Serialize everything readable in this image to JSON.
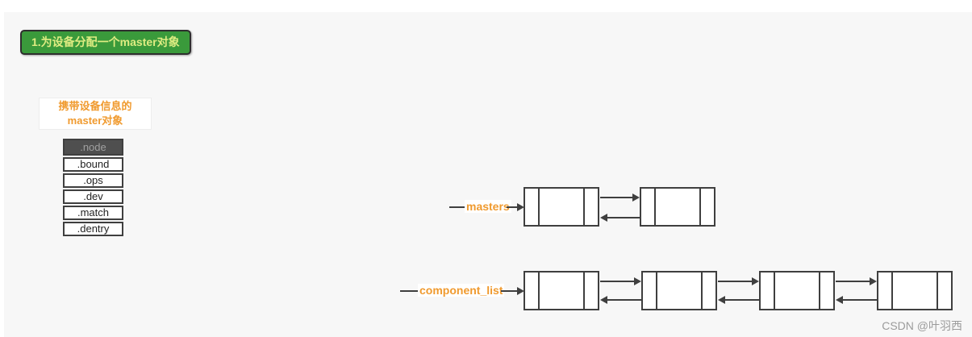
{
  "step_badge": {
    "label": "1.为设备分配一个master对象"
  },
  "master_object": {
    "caption": [
      "携带设备信息的",
      "master对象"
    ],
    "fields": [
      ".node",
      ".bound",
      ".ops",
      ".dev",
      ".match",
      ".dentry"
    ]
  },
  "linked_lists": [
    {
      "label": "masters",
      "node_count": 2,
      "doubly_linked": true
    },
    {
      "label": "component_list",
      "node_count": 4,
      "doubly_linked": true
    }
  ],
  "watermark": {
    "text": "CSDN @叶羽西"
  },
  "colors": {
    "background": "#f7f7f7",
    "badge_bg": "#3a9a3b",
    "badge_text": "#dfec82",
    "accent_orange": "#f09a2e",
    "line_dark": "#3f3f3f",
    "header_bg": "#4f4f4f",
    "header_text": "#a0a0a0",
    "watermark_gray": "#9b9b9b"
  }
}
